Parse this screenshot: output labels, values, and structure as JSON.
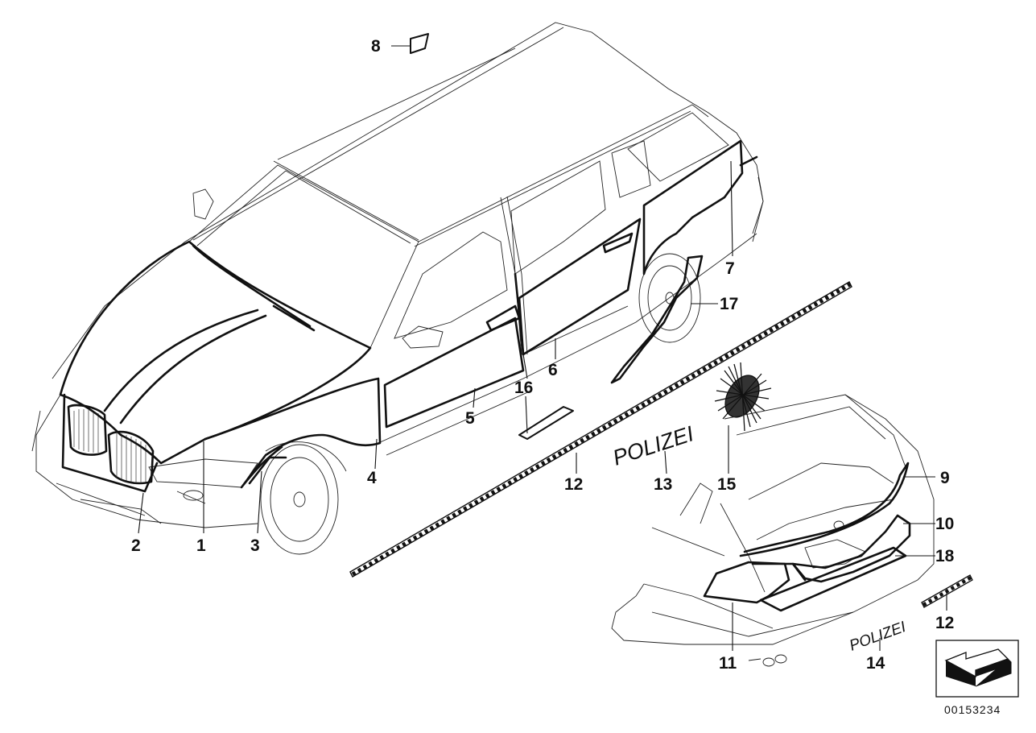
{
  "diagram": {
    "callouts": {
      "c1": "1",
      "c2": "2",
      "c3": "3",
      "c4": "4",
      "c5": "5",
      "c6": "6",
      "c7": "7",
      "c8": "8",
      "c9": "9",
      "c10": "10",
      "c11": "11",
      "c12a": "12",
      "c12b": "12",
      "c13": "13",
      "c14": "14",
      "c15": "15",
      "c16": "16",
      "c17": "17",
      "c18": "18"
    },
    "decal_text_large": "POLIZEI",
    "decal_text_small": "POLIZEI",
    "reference_number": "00153234",
    "icons": {
      "direction_arrow": "view-direction-arrow-icon"
    }
  }
}
